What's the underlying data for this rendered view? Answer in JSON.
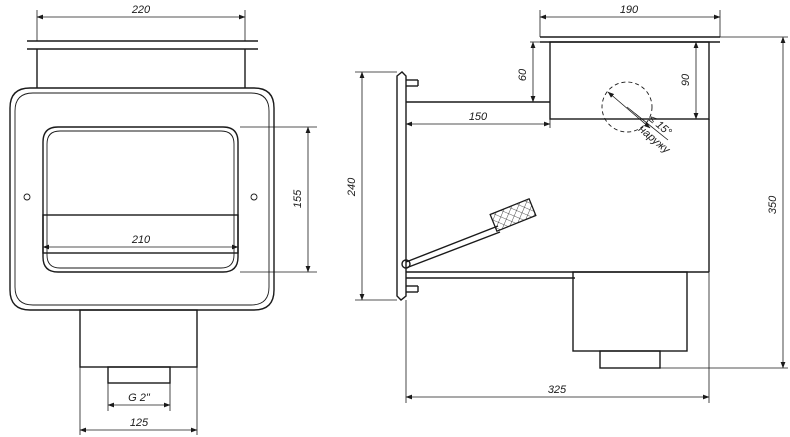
{
  "front_view": {
    "dim_top_width": "220",
    "dim_height": "155",
    "dim_inner_width": "210",
    "dim_thread": "G 2\"",
    "dim_bottom_width": "125"
  },
  "side_view": {
    "dim_top_width": "190",
    "dim_offset": "60",
    "dim_pipe_height": "90",
    "dim_flange_height": "240",
    "dim_depth": "150",
    "dim_total_height": "350",
    "dim_total_length": "325",
    "annotation_angle": "≤ 15°",
    "annotation_direction": "наружу"
  }
}
